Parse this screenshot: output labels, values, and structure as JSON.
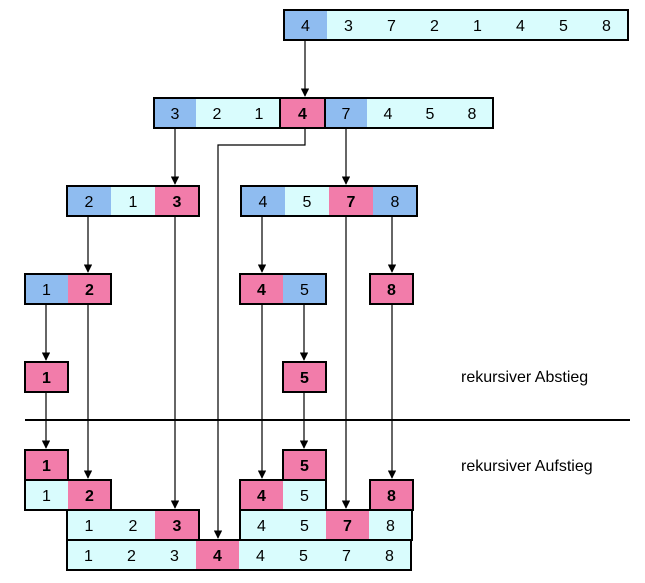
{
  "labels": {
    "descent": "rekursiver Abstieg",
    "ascent": "rekursiver Aufstieg"
  },
  "colors": {
    "pivot": "#f27caa",
    "left_of_pivot": "#8fbcf0",
    "rest": "#d9fcfd",
    "border": "#000000"
  },
  "rows": {
    "row1": [
      "4",
      "3",
      "7",
      "2",
      "1",
      "4",
      "5",
      "8"
    ],
    "row2a": [
      "3",
      "2",
      "1"
    ],
    "row2_pivot": "4",
    "row2b": [
      "7",
      "4",
      "5",
      "8"
    ],
    "row3a": [
      "2",
      "1",
      "3"
    ],
    "row3b": [
      "4",
      "5",
      "7",
      "8"
    ],
    "row4a": [
      "1",
      "2"
    ],
    "row4b": [
      "4",
      "5"
    ],
    "row4c": "8",
    "row5a": "1",
    "row5b": "5"
  },
  "result": {
    "stack1": [
      "1"
    ],
    "stack1b": [
      "1",
      "2"
    ],
    "level_a": [
      "1",
      "2",
      "3"
    ],
    "pivot": "4",
    "level_b_top": "5",
    "level_b": [
      "4",
      "5",
      "7",
      "8"
    ],
    "final": [
      "1",
      "2",
      "3",
      "4",
      "4",
      "5",
      "7",
      "8"
    ]
  }
}
